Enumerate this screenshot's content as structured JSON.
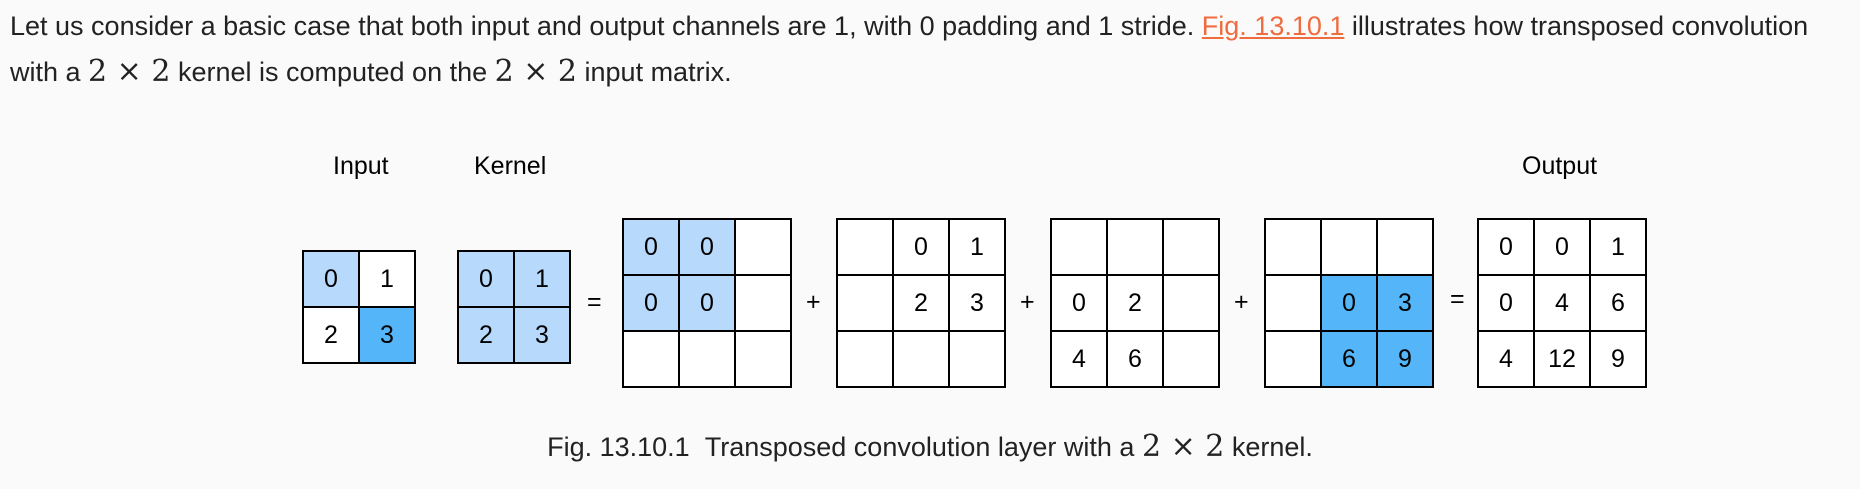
{
  "paragraph": {
    "text_before": "Let us consider a basic case that both input and output channels are 1, with 0 padding and 1 stride. ",
    "link": "Fig. 13.10.1",
    "text_mid": " illustrates how transposed convolution with a ",
    "math1": "2 × 2",
    "text_mid2": " kernel is computed on the ",
    "math2": "2 × 2",
    "text_end": " input matrix."
  },
  "figure": {
    "labels": {
      "input": "Input",
      "kernel": "Kernel",
      "output": "Output"
    },
    "input": [
      [
        "0",
        "1"
      ],
      [
        "2",
        "3"
      ]
    ],
    "kernel": [
      [
        "0",
        "1"
      ],
      [
        "2",
        "3"
      ]
    ],
    "partials": [
      [
        [
          "0",
          "0",
          ""
        ],
        [
          "0",
          "0",
          ""
        ],
        [
          "",
          "",
          ""
        ]
      ],
      [
        [
          "",
          "0",
          "1"
        ],
        [
          "",
          "2",
          "3"
        ],
        [
          "",
          "",
          ""
        ]
      ],
      [
        [
          "",
          "",
          ""
        ],
        [
          "0",
          "2",
          ""
        ],
        [
          "4",
          "6",
          ""
        ]
      ],
      [
        [
          "",
          "",
          ""
        ],
        [
          "",
          "0",
          "3"
        ],
        [
          "",
          "6",
          "9"
        ]
      ]
    ],
    "output": [
      [
        "0",
        "0",
        "1"
      ],
      [
        "0",
        "4",
        "6"
      ],
      [
        "4",
        "12",
        "9"
      ]
    ],
    "operators": {
      "equals": "=",
      "plus": "+"
    },
    "colors": {
      "light_blue": "#b7d9fb",
      "dark_blue": "#54b5f9"
    }
  },
  "caption": {
    "label": "Fig. 13.10.1",
    "text": "Transposed convolution layer with a ",
    "math": "2 × 2",
    "text_end": " kernel."
  }
}
